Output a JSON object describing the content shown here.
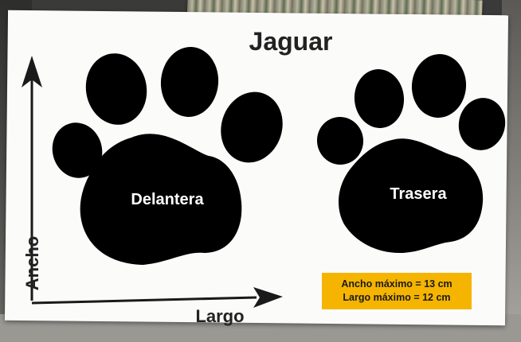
{
  "title": "Jaguar",
  "paws": {
    "front_label": "Delantera",
    "back_label": "Trasera"
  },
  "axes": {
    "x_label": "Largo",
    "y_label": "Ancho"
  },
  "info": {
    "width_line": "Ancho máximo = 13 cm",
    "length_line": "Largo máximo = 12 cm"
  },
  "colors": {
    "paw": "#000000",
    "card": "#fbfbfa",
    "info_box": "#f5b400"
  }
}
